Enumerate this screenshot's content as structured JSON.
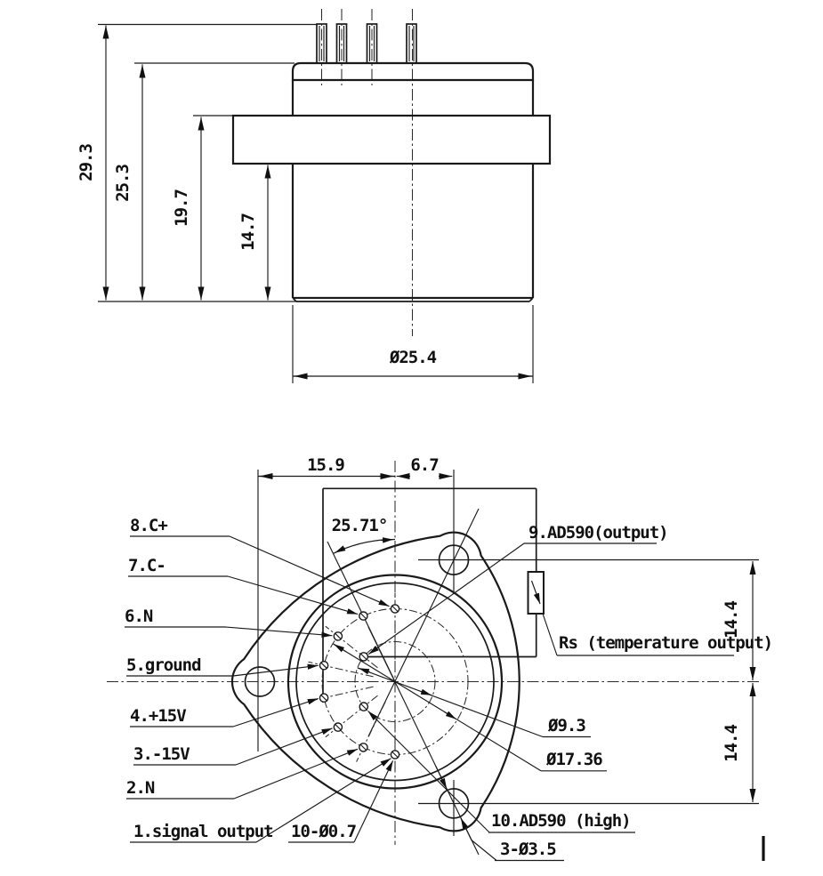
{
  "drawing": {
    "side_view": {
      "dims": {
        "total_height": "29.3",
        "cap_height": "25.3",
        "flange_top_height": "19.7",
        "body_height": "14.7",
        "body_diameter": "Ø25.4"
      }
    },
    "bottom_view": {
      "dims": {
        "hole_offset_left": "15.9",
        "hole_offset_right": "6.7",
        "pin_spacing_angle": "25.71°",
        "upper_hole_offset": "14.4",
        "lower_hole_offset": "14.4",
        "inner_circle_diameter": "Ø9.3",
        "pin_circle_diameter": "Ø17.36",
        "pin_holes_note": "10-Ø0.7",
        "mount_holes_note": "3-Ø3.5"
      },
      "pins": [
        "1.signal output",
        "2.N",
        "3.-15V",
        "4.+15V",
        "5.ground",
        "6.N",
        "7.C-",
        "8.C+",
        "9.AD590(output)",
        "10.AD590 (high)"
      ],
      "rs_label": "Rs (temperature output)"
    }
  }
}
